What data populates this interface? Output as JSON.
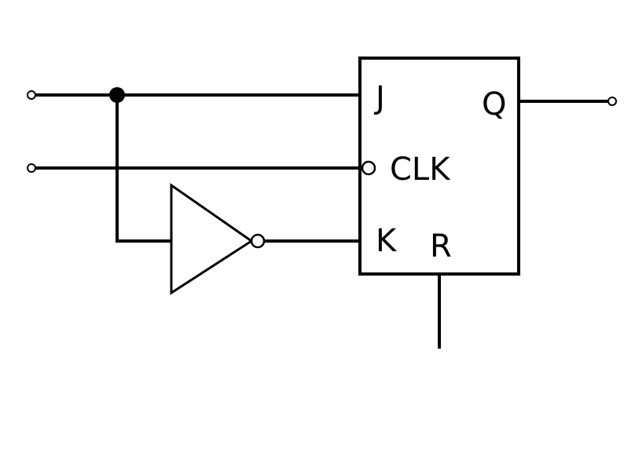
{
  "diagram": {
    "flipflop": {
      "pins": {
        "j": "J",
        "q": "Q",
        "clk": "CLK",
        "k": "K",
        "r": "R"
      }
    }
  }
}
